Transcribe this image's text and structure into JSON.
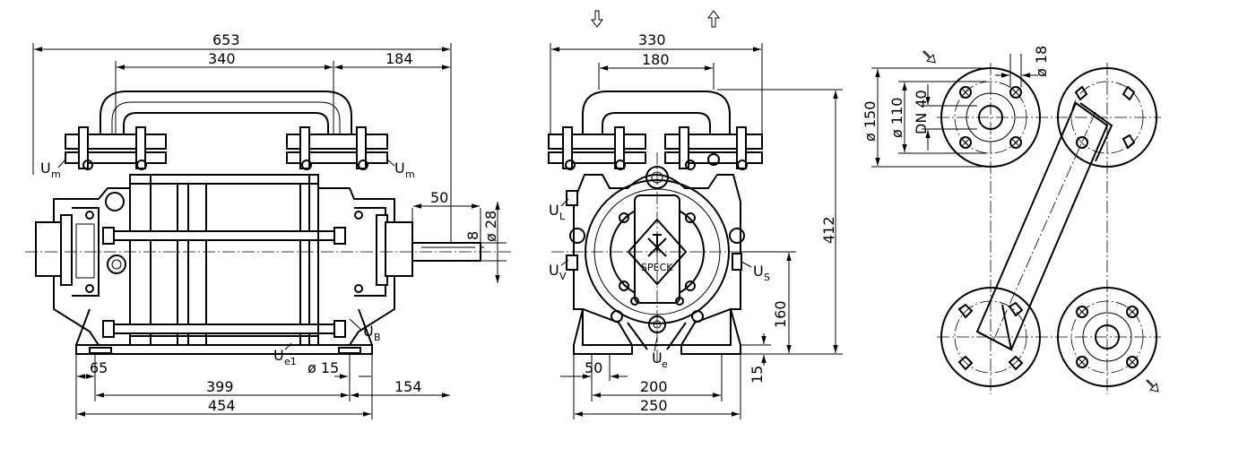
{
  "side_view": {
    "dims": {
      "overall_length": "653",
      "handle_span": "340",
      "right_offset": "184",
      "shaft_length": "50",
      "shaft_diameter": "ø 28",
      "key_width": "8",
      "foot_left": "65",
      "hole_diameter": "ø 15",
      "foot_span": "399",
      "right_foot": "154",
      "base_length": "454"
    },
    "labels": {
      "um_left": "U",
      "um_left_sub": "m",
      "um_right": "U",
      "um_right_sub": "m",
      "ub": "U",
      "ub_sub": "B",
      "ue1": "U",
      "ue1_sub": "e1"
    }
  },
  "front_view": {
    "dims": {
      "overall_width": "330",
      "flange_span": "180",
      "height": "412",
      "axis_height": "160",
      "foot_height": "15",
      "foot_left": "50",
      "foot_span": "200",
      "base_width": "250"
    },
    "labels": {
      "ul": "U",
      "ul_sub": "L",
      "uv": "U",
      "uv_sub": "V",
      "us": "U",
      "us_sub": "S",
      "ue": "U",
      "ue_sub": "e",
      "brand": "SPECK"
    },
    "flow_arrows": [
      "in",
      "out"
    ]
  },
  "flange_view": {
    "dims": {
      "outer_diameter": "ø 150",
      "bolt_circle": "ø 110",
      "nominal": "DN 40",
      "bolt_hole": "ø 18"
    }
  }
}
